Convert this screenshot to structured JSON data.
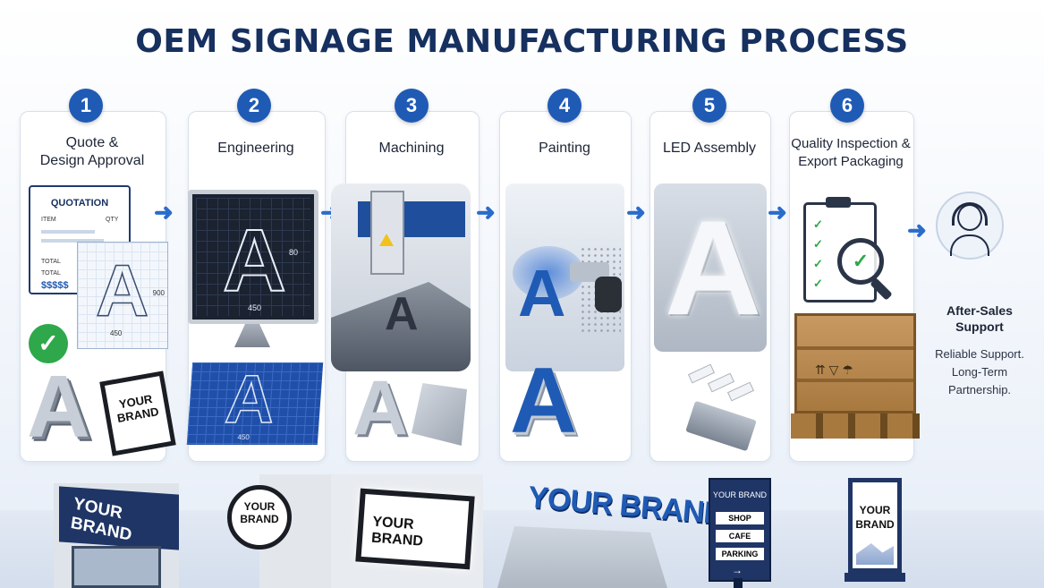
{
  "title": "OEM SIGNAGE MANUFACTURING PROCESS",
  "steps": [
    {
      "number": "1",
      "label_line1": "Quote &",
      "label_line2": "Design Approval"
    },
    {
      "number": "2",
      "label_line1": "Engineering",
      "label_line2": ""
    },
    {
      "number": "3",
      "label_line1": "Machining",
      "label_line2": ""
    },
    {
      "number": "4",
      "label_line1": "Painting",
      "label_line2": ""
    },
    {
      "number": "5",
      "label_line1": "LED Assembly",
      "label_line2": ""
    },
    {
      "number": "6",
      "label_line1": "Quality Inspection &",
      "label_line2": "Export Packaging"
    }
  ],
  "quotation": {
    "title": "QUOTATION",
    "col_item": "ITEM",
    "col_qty": "QTY",
    "total1": "TOTAL",
    "total2": "TOTAL",
    "price": "$$$$$"
  },
  "dims": {
    "width": "450",
    "height": "900",
    "h2": "80"
  },
  "brand": {
    "your": "YOUR",
    "brand": "BRAND",
    "full": "YOUR BRAND"
  },
  "letter": "A",
  "after_sales": {
    "title_line1": "After-Sales",
    "title_line2": "Support",
    "desc_line1": "Reliable Support.",
    "desc_line2": "Long-Term",
    "desc_line3": "Partnership."
  },
  "directory_sign": {
    "header": "YOUR BRAND",
    "items": [
      "SHOP",
      "CAFE",
      "PARKING"
    ],
    "arrow": "→"
  },
  "colors": {
    "accent": "#1f5bb5",
    "title": "#16305f",
    "check": "#2ea84a"
  }
}
